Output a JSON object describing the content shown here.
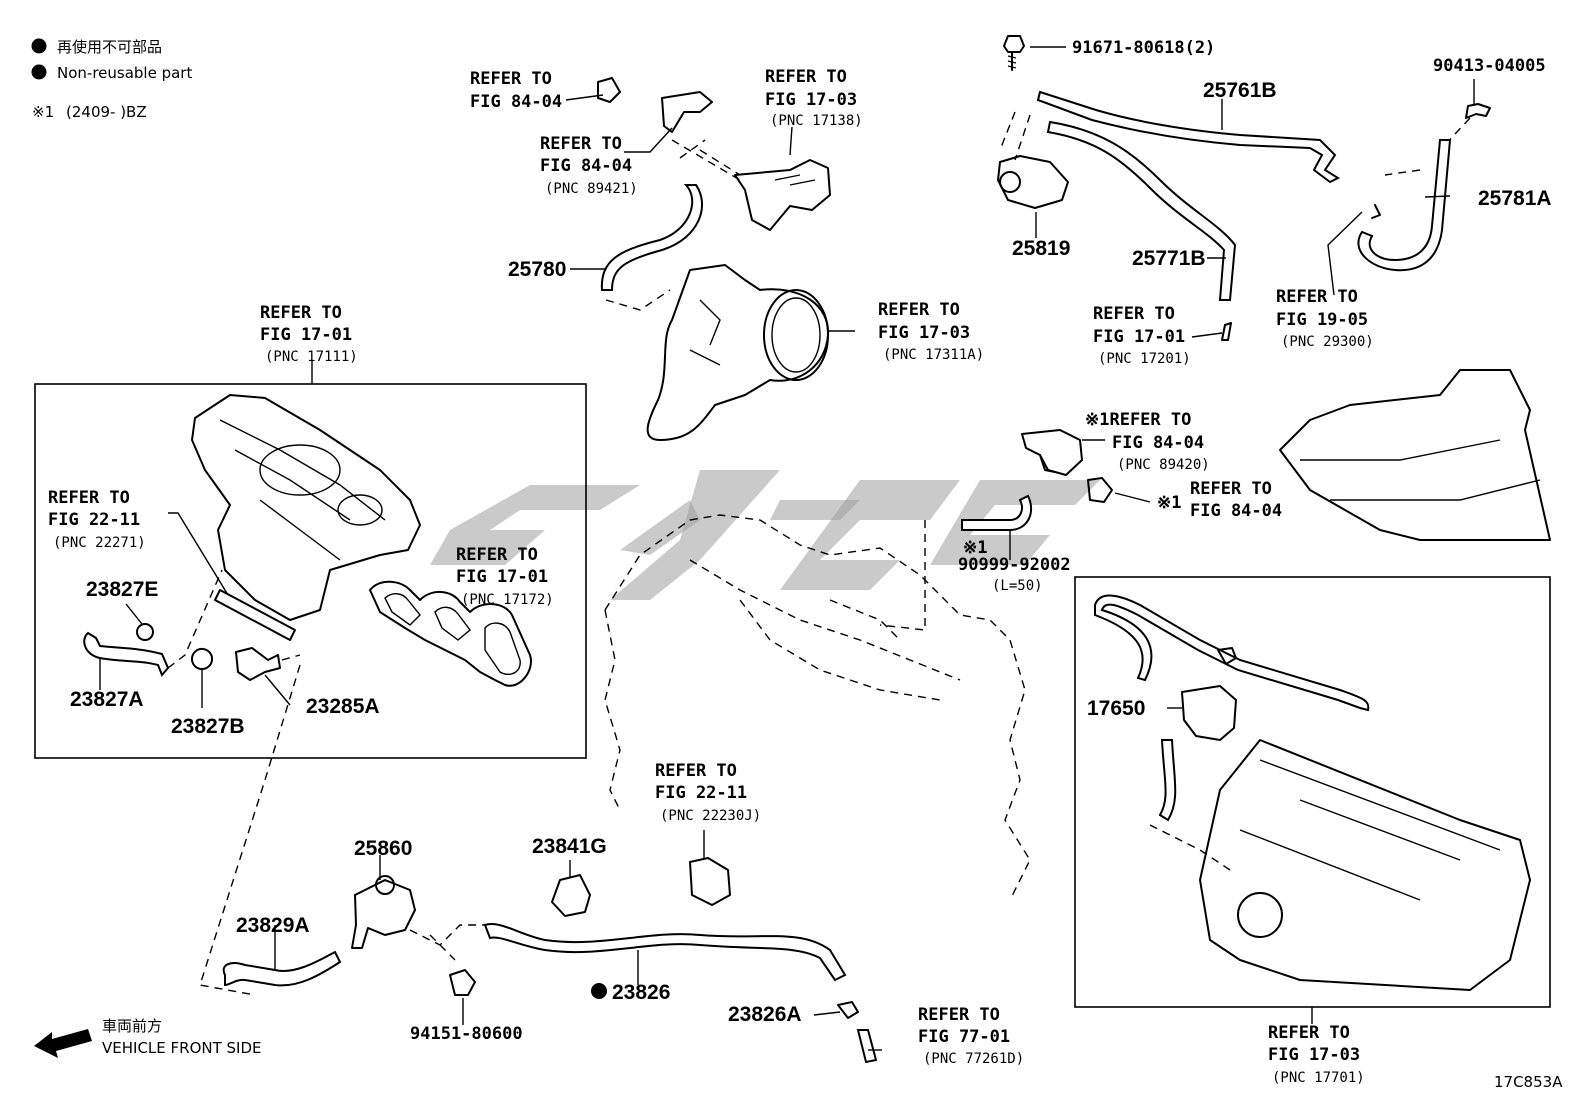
{
  "legend": {
    "jp_label": "再使用不可部品",
    "en_label": "Non-reusable part",
    "note_mark": "※1",
    "note_range": "(2409-    )BZ"
  },
  "direction": {
    "jp": "車両前方",
    "en": "VEHICLE FRONT SIDE"
  },
  "figure_code": "17C853A",
  "refs": {
    "r1": {
      "line1": "REFER TO",
      "line2": "FIG 84-04",
      "pnc": ""
    },
    "r2": {
      "line1": "REFER TO",
      "line2": "FIG 84-04",
      "pnc": "(PNC 89421)"
    },
    "r3": {
      "line1": "REFER TO",
      "line2": "FIG 17-03",
      "pnc": "(PNC 17138)"
    },
    "r4": {
      "line1": "REFER TO",
      "line2": "FIG 17-03",
      "pnc": "(PNC 17311A)"
    },
    "r5": {
      "line1": "REFER TO",
      "line2": "FIG 17-01",
      "pnc": "(PNC 17111)"
    },
    "r6": {
      "line1": "REFER TO",
      "line2": "FIG 22-11",
      "pnc": "(PNC 22271)"
    },
    "r7": {
      "line1": "REFER TO",
      "line2": "FIG 17-01",
      "pnc": "(PNC 17172)"
    },
    "r8": {
      "line1": "REFER TO",
      "line2": "FIG 17-01",
      "pnc": "(PNC 17201)"
    },
    "r9": {
      "line1": "REFER TO",
      "line2": "FIG 19-05",
      "pnc": "(PNC 29300)"
    },
    "r10": {
      "line1": "※1REFER TO",
      "line2": "FIG 84-04",
      "pnc": "(PNC 89420)"
    },
    "r11": {
      "line1": "※1",
      "line2": "REFER TO",
      "pnc": "FIG 84-04"
    },
    "r12": {
      "line1": "REFER TO",
      "line2": "FIG 22-11",
      "pnc": "(PNC 22230J)"
    },
    "r13": {
      "line1": "REFER TO",
      "line2": "FIG 77-01",
      "pnc": "(PNC 77261D)"
    },
    "r14": {
      "line1": "REFER TO",
      "line2": "FIG 17-03",
      "pnc": "(PNC 17701)"
    }
  },
  "parts": {
    "p91671": "91671-80618(2)",
    "p25761B": "25761B",
    "p90413": "90413-04005",
    "p25781A": "25781A",
    "p25819": "25819",
    "p25771B": "25771B",
    "p25780": "25780",
    "p23827E": "23827E",
    "p23827A": "23827A",
    "p23827B": "23827B",
    "p23285A": "23285A",
    "p90999": "90999-92002",
    "p90999_len": "(L=50)",
    "p90999_mark": "※1",
    "p17650": "17650",
    "p25860": "25860",
    "p23841G": "23841G",
    "p23829A": "23829A",
    "p94151": "94151-80600",
    "p23826": "23826",
    "p23826A": "23826A"
  }
}
